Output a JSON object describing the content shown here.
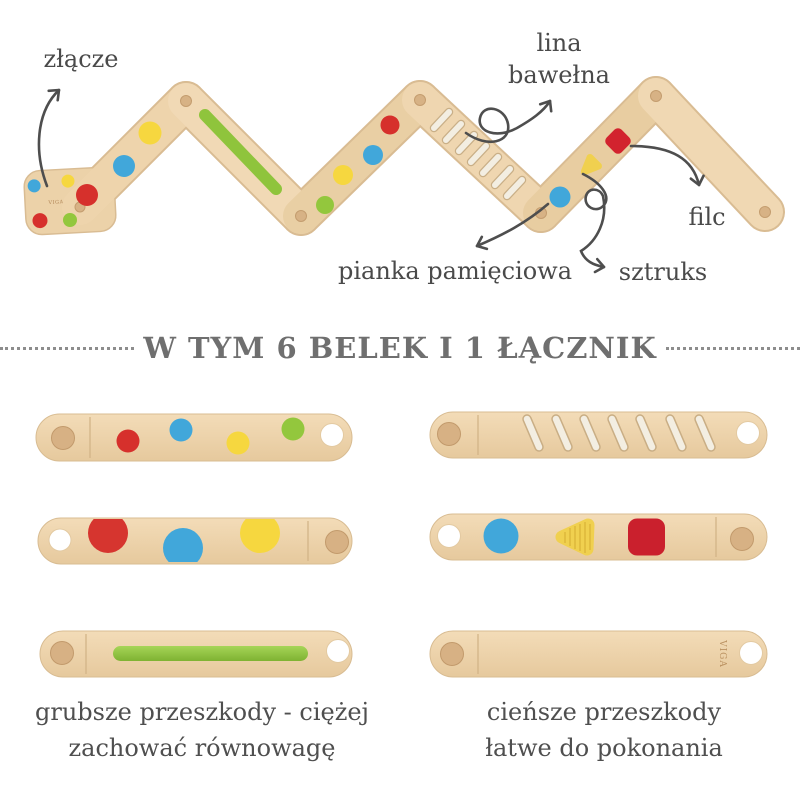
{
  "page": {
    "bg": "#ffffff"
  },
  "brand": {
    "logo": "VIGA"
  },
  "colors": {
    "wood": "#eed4ac",
    "wood_edge": "#d9bc93",
    "wood_knob": "#d7b184",
    "red": "#d6302c",
    "blue": "#41a7da",
    "yellow": "#f6d73f",
    "green": "#93c73d",
    "rope": "#f3eee2",
    "felt_red": "#ca202d",
    "label_text": "#4a4a4a",
    "heading_text": "#6f6f6f",
    "arrow": "#4e4e4e"
  },
  "callouts": {
    "zlacze": "złącze",
    "lina_line1": "lina",
    "lina_line2": "bawełna",
    "filc": "filc",
    "pianka": "pianka pamięciowa",
    "sztruks": "sztruks"
  },
  "divider": {
    "heading": "W TYM 6 BELEK I 1 ŁĄCZNIK"
  },
  "walkway": {
    "beam_count": 6,
    "connector_count": 1,
    "connector_peg_colors": [
      "blue",
      "yellow",
      "red",
      "green"
    ],
    "obstacle_colors": [
      "red",
      "blue",
      "yellow",
      "green"
    ]
  },
  "beams_grid": {
    "left": [
      {
        "type": "discs",
        "colors": [
          "red",
          "blue",
          "yellow",
          "green"
        ]
      },
      {
        "type": "half-domes",
        "colors": [
          "red",
          "blue",
          "yellow"
        ]
      },
      {
        "type": "bar",
        "colors": [
          "green"
        ]
      }
    ],
    "right": [
      {
        "type": "rope-rungs",
        "rung_count": 7
      },
      {
        "type": "flat-shapes",
        "shapes": [
          "blue-circle",
          "yellow-triangle",
          "red-square"
        ]
      },
      {
        "type": "plain",
        "logo": "VIGA"
      }
    ]
  },
  "captions": {
    "left_line1": "grubsze przeszkody - ciężej",
    "left_line2": "zachować równowagę",
    "right_line1": "cieńsze przeszkody",
    "right_line2": "łatwe do pokonania"
  }
}
